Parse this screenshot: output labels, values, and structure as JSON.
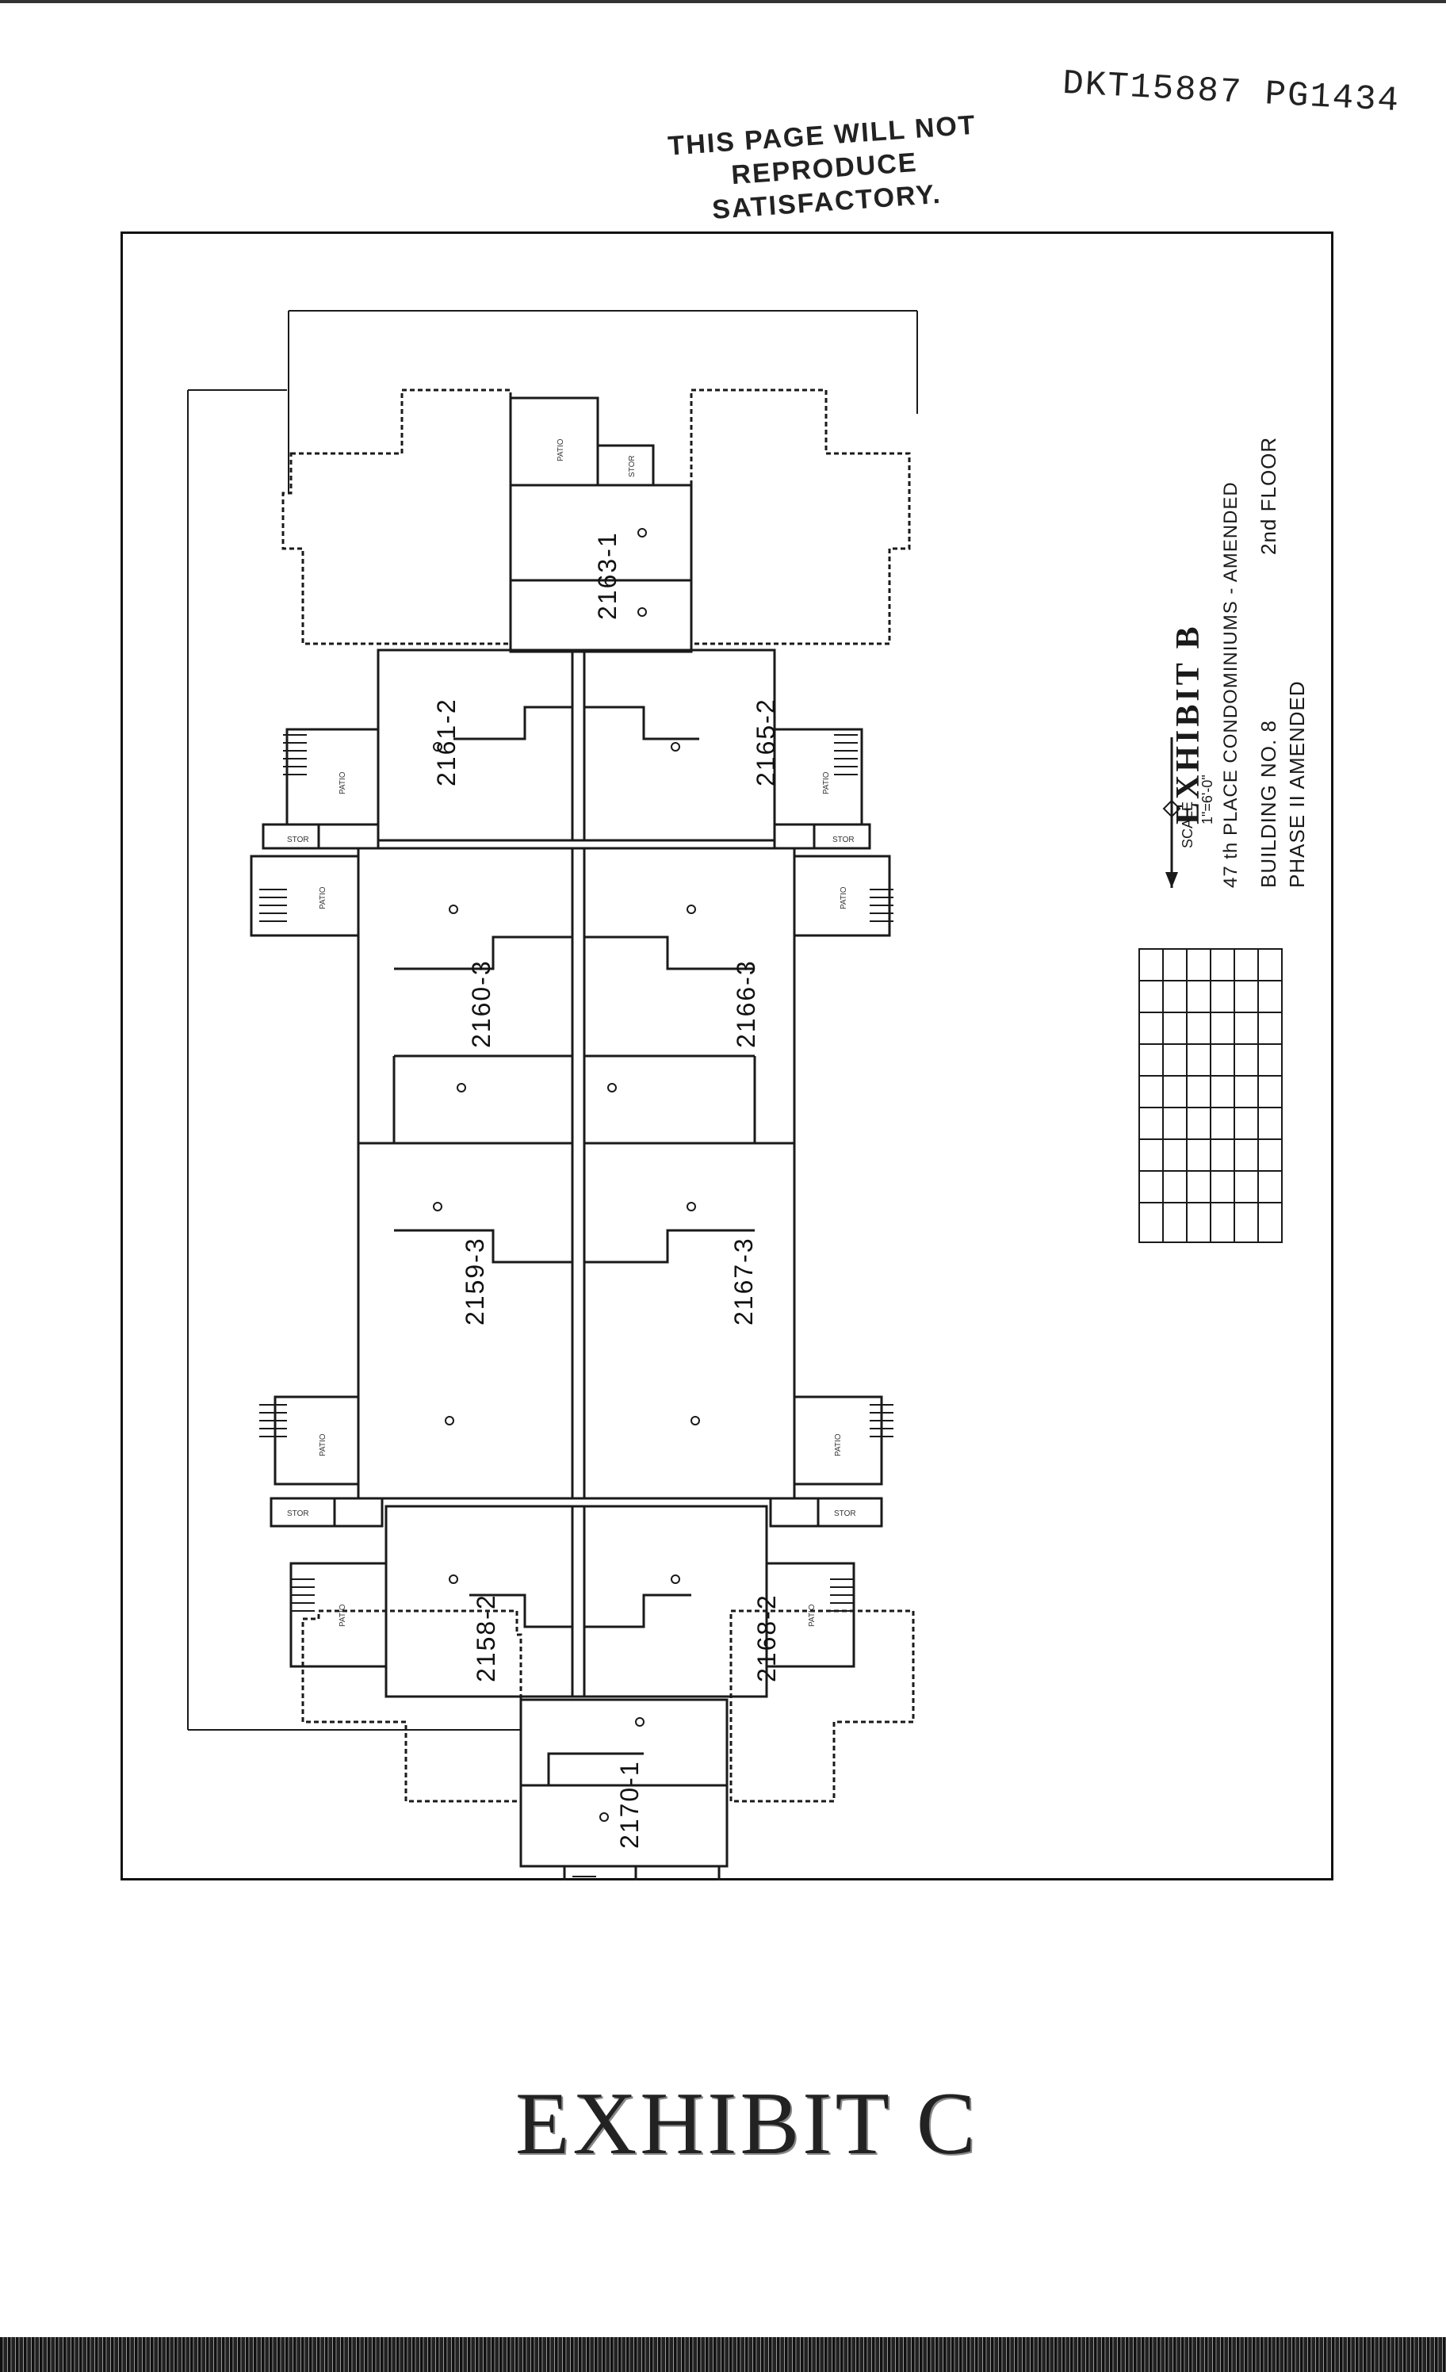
{
  "docket_stamp": "DKT15887 PG1434",
  "warning_stamp": {
    "line1": "THIS PAGE WILL NOT",
    "line2": "REPRODUCE SATISFACTORY."
  },
  "title_block": {
    "title": "EXHIBIT B",
    "subtitle": "47 th PLACE CONDOMINIUMS - AMENDED",
    "building": "BUILDING NO. 8",
    "floor": "2nd FLOOR",
    "phase": "PHASE II AMENDED",
    "scale_label": "SCALE",
    "scale_value": "1\"=6'-0\""
  },
  "units": [
    "2163-1",
    "2161-2",
    "2165-2",
    "2160-3",
    "2166-3",
    "2159-3",
    "2167-3",
    "2158-2",
    "2168-2",
    "2170-1"
  ],
  "room_labels": {
    "patio": "PATIO",
    "stor": "STOR"
  },
  "exhibit_label": "EXHIBIT C",
  "colors": {
    "ink": "#1a1a1a",
    "paper": "#ffffff"
  }
}
